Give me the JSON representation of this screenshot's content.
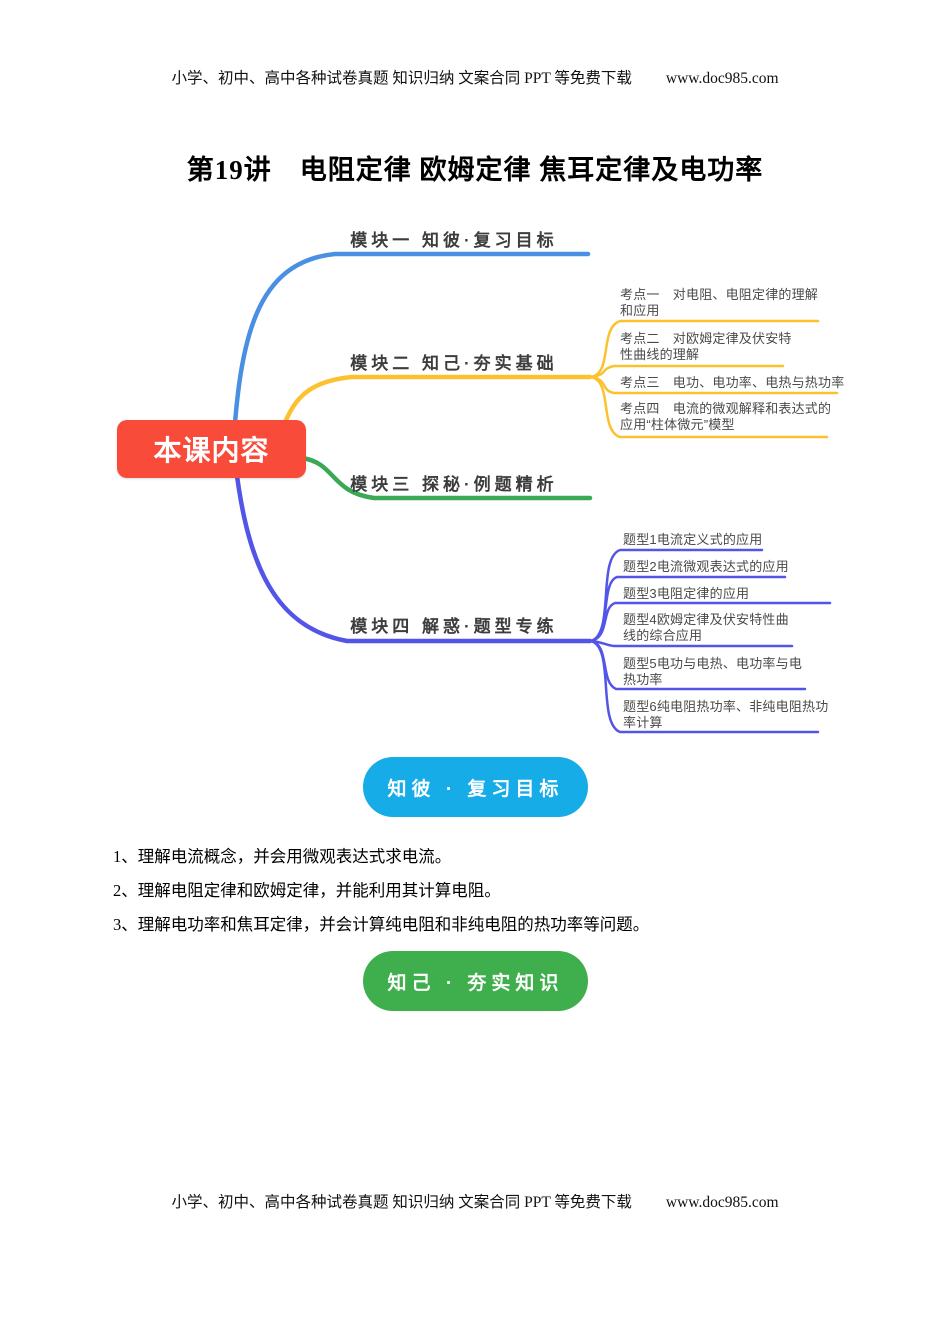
{
  "doc": {
    "header_text": "小学、初中、高中各种试卷真题 知识归纳 文案合同 PPT 等免费下载",
    "header_url": "www.doc985.com",
    "footer_text": "小学、初中、高中各种试卷真题 知识归纳 文案合同 PPT 等免费下载",
    "footer_url": "www.doc985.com",
    "title": "第19讲　电阻定律 欧姆定律 焦耳定律及电功率"
  },
  "colors": {
    "root_red": "#f84b3a",
    "branch1_blue": "#4a90e2",
    "branch2_yellow": "#fcc12e",
    "branch3_green": "#3aa854",
    "branch4_purple": "#5355e8",
    "badge_blue": "#16ace8",
    "badge_green": "#3fae4c"
  },
  "mindmap": {
    "root": "本课内容",
    "branches": [
      {
        "label": "模块一 知彼·复习目标",
        "color": "#4a90e2",
        "children": []
      },
      {
        "label": "模块二 知己·夯实基础",
        "color": "#fcc12e",
        "children": [
          {
            "label": "考点一　对电阻、电阻定律的理解和应用"
          },
          {
            "label": "考点二　对欧姆定律及伏安特性曲线的理解"
          },
          {
            "label": "考点三　电功、电功率、电热与热功率"
          },
          {
            "label": "考点四　电流的微观解释和表达式的应用“柱体微元”模型"
          }
        ]
      },
      {
        "label": "模块三 探秘·例题精析",
        "color": "#3aa854",
        "children": []
      },
      {
        "label": "模块四 解惑·题型专练",
        "color": "#5355e8",
        "children": [
          {
            "label": "题型1电流定义式的应用"
          },
          {
            "label": "题型2电流微观表达式的应用"
          },
          {
            "label": "题型3电阻定律的应用"
          },
          {
            "label": "题型4欧姆定律及伏安特性曲线的综合应用"
          },
          {
            "label": "题型5电功与电热、电功率与电热功率"
          },
          {
            "label": "题型6纯电阻热功率、非纯电阻热功率计算"
          }
        ]
      }
    ]
  },
  "sections": {
    "review_badge": "知彼 · 复习目标",
    "goals": [
      "1、理解电流概念，并会用微观表达式求电流。",
      "2、理解电阻定律和欧姆定律，并能利用其计算电阻。",
      "3、理解电功率和焦耳定律，并会计算纯电阻和非纯电阻的热功率等问题。"
    ],
    "knowledge_badge": "知己 · 夯实知识"
  }
}
